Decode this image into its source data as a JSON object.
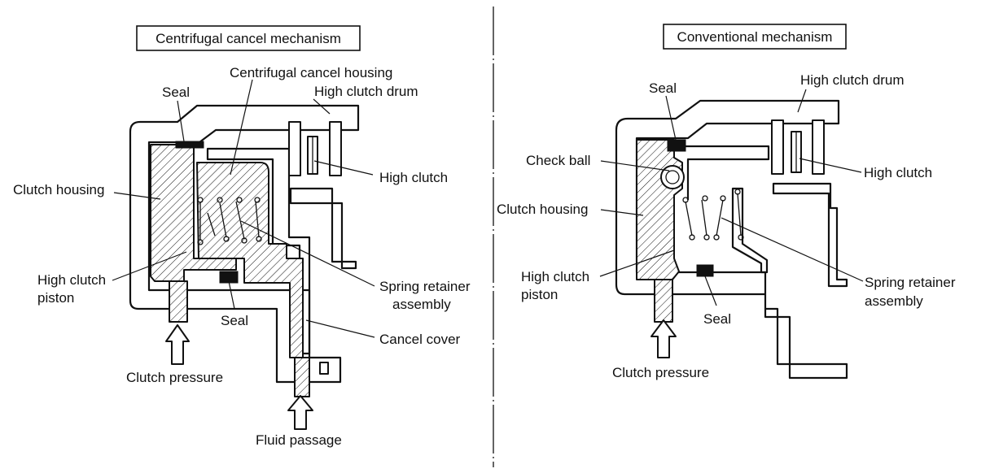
{
  "left_panel": {
    "title": "Centrifugal cancel mechanism",
    "labels": {
      "seal_top": "Seal",
      "cancel_housing": "Centrifugal cancel housing",
      "high_clutch_drum": "High clutch drum",
      "clutch_housing": "Clutch housing",
      "high_clutch": "High clutch",
      "high_clutch_piston_1": "High clutch",
      "high_clutch_piston_2": "piston",
      "spring_retainer_1": "Spring retainer",
      "spring_retainer_2": "assembly",
      "seal_bottom": "Seal",
      "cancel_cover": "Cancel cover",
      "clutch_pressure": "Clutch pressure",
      "fluid_passage": "Fluid passage"
    }
  },
  "right_panel": {
    "title": "Conventional mechanism",
    "labels": {
      "seal_top": "Seal",
      "high_clutch_drum": "High clutch drum",
      "check_ball": "Check ball",
      "high_clutch": "High clutch",
      "clutch_housing": "Clutch housing",
      "high_clutch_piston_1": "High clutch",
      "high_clutch_piston_2": "piston",
      "spring_retainer_1": "Spring retainer",
      "spring_retainer_2": "assembly",
      "seal_bottom": "Seal",
      "clutch_pressure": "Clutch pressure"
    }
  }
}
